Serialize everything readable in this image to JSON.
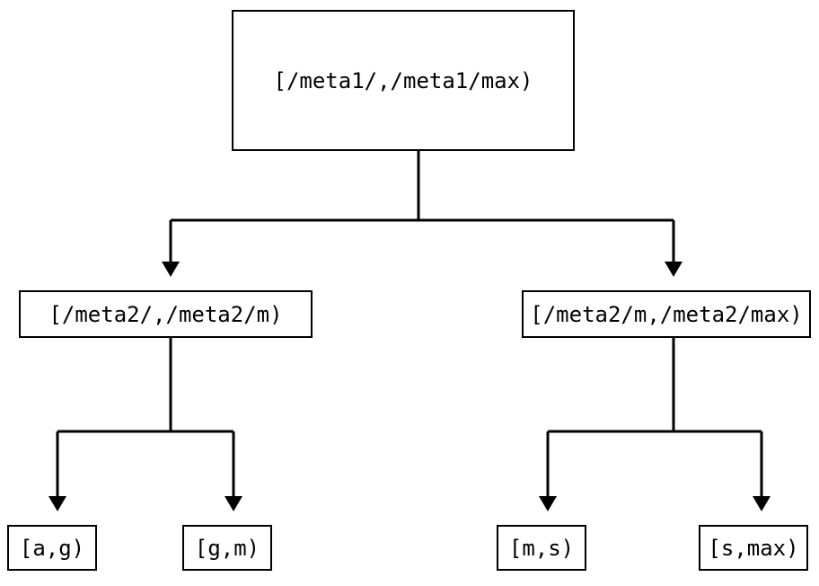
{
  "diagram": {
    "type": "tree",
    "orientation": "top-down",
    "colors": {
      "background": "#ffffff",
      "stroke": "#000000",
      "text": "#000000",
      "node_fill": "#ffffff"
    },
    "nodes": {
      "root": {
        "label": "[/meta1/,/meta1/max)",
        "level": 0
      },
      "mid_left": {
        "label": "[/meta2/,/meta2/m)",
        "level": 1
      },
      "mid_right": {
        "label": "[/meta2/m,/meta2/max)",
        "level": 1
      },
      "leaf_1": {
        "label": "[a,g)",
        "level": 2
      },
      "leaf_2": {
        "label": "[g,m)",
        "level": 2
      },
      "leaf_3": {
        "label": "[m,s)",
        "level": 2
      },
      "leaf_4": {
        "label": "[s,max)",
        "level": 2
      }
    },
    "edges": [
      {
        "from": "root",
        "to": "mid_left",
        "arrow": "down"
      },
      {
        "from": "root",
        "to": "mid_right",
        "arrow": "down"
      },
      {
        "from": "mid_left",
        "to": "leaf_1",
        "arrow": "down"
      },
      {
        "from": "mid_left",
        "to": "leaf_2",
        "arrow": "down"
      },
      {
        "from": "mid_right",
        "to": "leaf_3",
        "arrow": "down"
      },
      {
        "from": "mid_right",
        "to": "leaf_4",
        "arrow": "down"
      }
    ]
  }
}
